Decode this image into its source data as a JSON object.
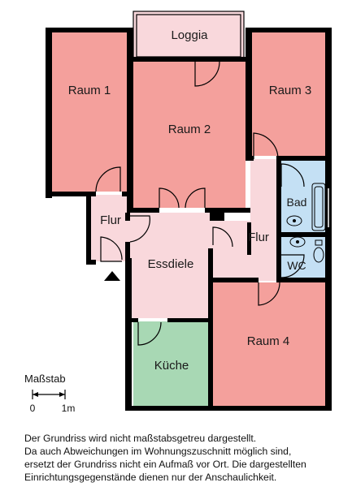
{
  "rooms": {
    "loggia": "Loggia",
    "raum1": "Raum 1",
    "raum2": "Raum 2",
    "raum3": "Raum 3",
    "raum4": "Raum 4",
    "flur_left": "Flur",
    "flur_right": "Flur",
    "essdiele": "Essdiele",
    "kueche": "Küche",
    "bad": "Bad",
    "wc": "WC"
  },
  "scale": {
    "title": "Maßstab",
    "start_label": "0",
    "end_label": "1m"
  },
  "disclaimer": {
    "line1": "Der Grundriss wird nicht maßstabsgetreu dargestellt.",
    "line2": "Da auch Abweichungen im Wohnungszuschnitt möglich sind,",
    "line3": "ersetzt der Grundriss nicht ein Aufmaß vor Ort. Die dargestellten",
    "line4": "Einrichtungsgegenstände dienen nur der Anschaulichkeit."
  },
  "colors": {
    "room_fill": "#f4a09c",
    "hall_fill": "#f9d8dc",
    "kitchen_fill": "#a8d8b4",
    "bath_fill": "#c4e0f4",
    "wall": "#000000"
  }
}
